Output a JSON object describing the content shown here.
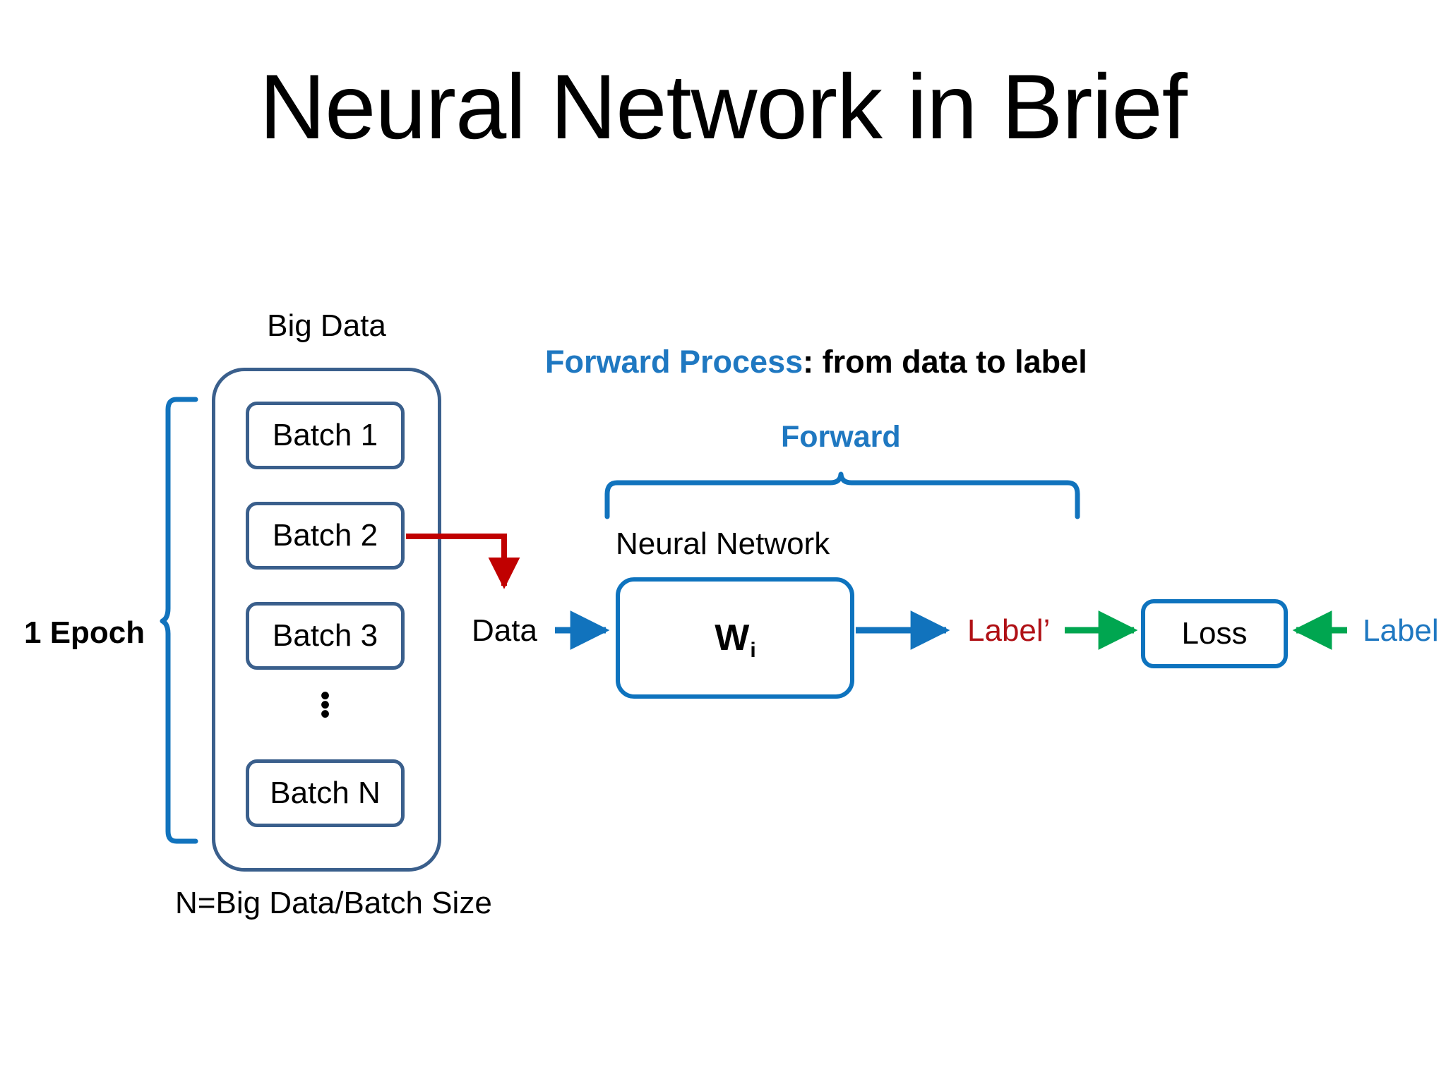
{
  "slide": {
    "title": "Neural Network in Brief",
    "background": "#FFFFFF"
  },
  "left_panel": {
    "container_label": "Big Data",
    "epoch_label": "1 Epoch",
    "formula_label": "N=Big Data/Batch Size",
    "ellipsis": "⋮",
    "batches": [
      {
        "label": "Batch 1"
      },
      {
        "label": "Batch 2"
      },
      {
        "label": "Batch 3"
      },
      {
        "label": "Batch N"
      }
    ]
  },
  "right_panel": {
    "heading_blue": "Forward Process",
    "heading_black": ": from data to label",
    "brace_label": "Forward",
    "network_label": "Neural Network",
    "data_label": "Data",
    "weight_symbol": "W",
    "weight_subscript": "i",
    "predicted_label": "Label’",
    "loss_label": "Loss",
    "true_label": "Label"
  },
  "colors": {
    "accent_blue": "#1F78C1",
    "box_blue": "#0E73BE",
    "container_navy": "#3A5F8C",
    "arrow_red": "#C00000",
    "arrow_green": "#00A650",
    "label_red": "#B01116",
    "text_black": "#000000"
  }
}
